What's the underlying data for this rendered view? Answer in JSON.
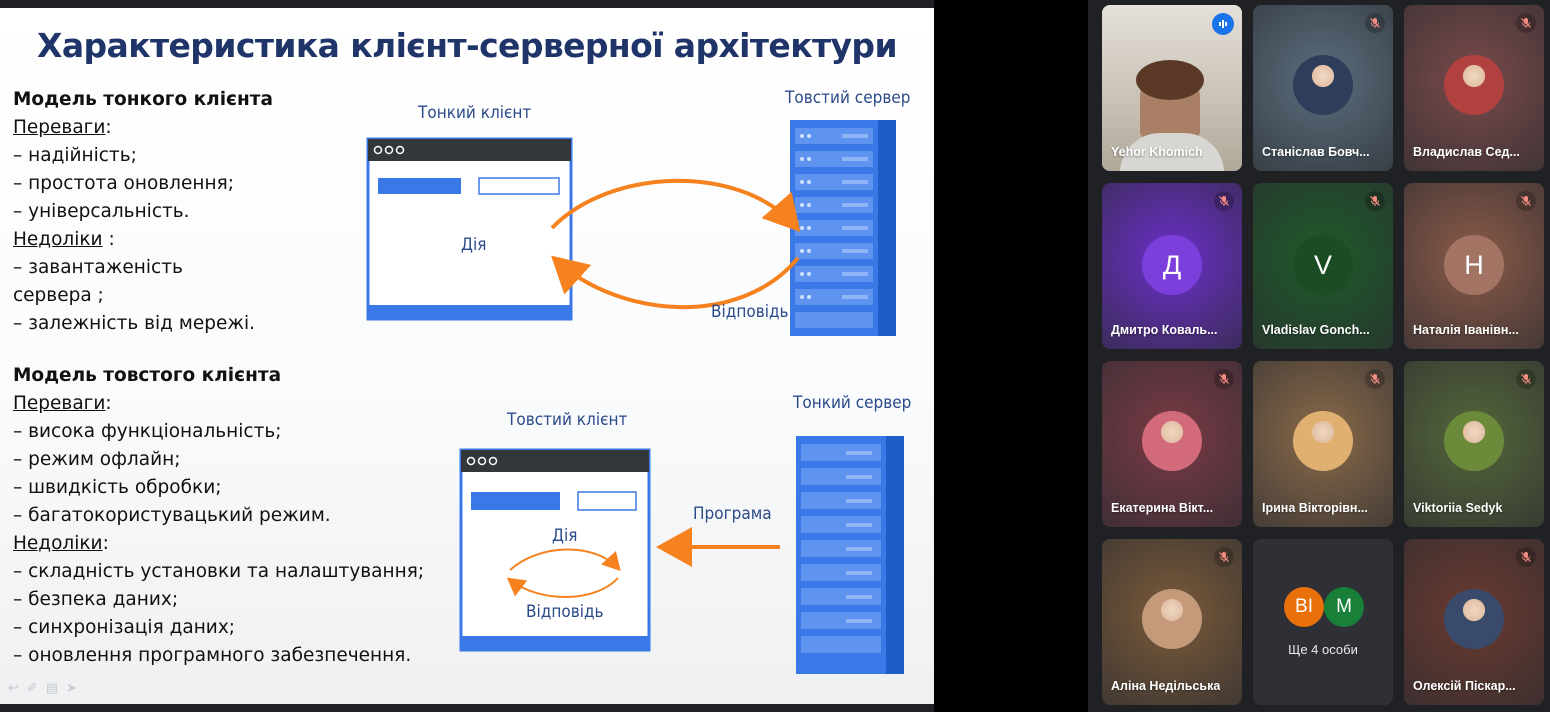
{
  "slide": {
    "title": "Характеристика клієнт-серверної архітектури",
    "thin_model": {
      "heading": "Модель тонкого клієнта",
      "pros_label": "Переваги",
      "pros": [
        "– надійність;",
        "– простота оновлення;",
        "– універсальність."
      ],
      "cons_label": "Недоліки",
      "cons": [
        "– завантаженість",
        "сервера ;",
        "– залежність від мережі."
      ]
    },
    "thick_model": {
      "heading": "Модель товстого клієнта",
      "pros_label": "Переваги",
      "pros": [
        "– висока функціональність;",
        "– режим офлайн;",
        "– швидкість обробки;",
        "– багатокористувацький режим."
      ],
      "cons_label": "Недоліки",
      "cons": [
        "– складність установки та налаштування;",
        "– безпека даних;",
        "– синхронізація даних;",
        "– оновлення програмного забезпечення."
      ]
    },
    "diagram_top": {
      "client_label": "Тонкий клієнт",
      "server_label": "Товстий сервер",
      "action_label": "Дія",
      "response_label": "Відповідь"
    },
    "diagram_bottom": {
      "client_label": "Товстий клієнт",
      "server_label": "Тонкий сервер",
      "program_label": "Програма",
      "action_label": "Дія",
      "response_label": "Відповідь"
    },
    "colors": {
      "title": "#1f3468",
      "accent_blue": "#3b78e7",
      "arrow_orange": "#f5821f"
    }
  },
  "participants": [
    {
      "name": "Yehor Khomich",
      "avatar": "video-feed",
      "speaking": true,
      "bg": "#c9c3b8"
    },
    {
      "name": "Станіслав Бовч...",
      "avatar": "photo",
      "muted": true,
      "bg": "#5b6e7e",
      "photo_color": "#2d3d5a"
    },
    {
      "name": "Владислав Сед...",
      "avatar": "photo",
      "muted": true,
      "bg": "#7a4a4a",
      "photo_color": "#b0413e"
    },
    {
      "name": "Дмитро Коваль...",
      "avatar": "letter",
      "letter": "Д",
      "muted": true,
      "bg": "#6a2fc9",
      "circle": "#7b3fdb"
    },
    {
      "name": "Vladislav Gonch...",
      "avatar": "letter",
      "letter": "V",
      "muted": true,
      "bg": "#1f5a2a",
      "circle": "#1b4d25"
    },
    {
      "name": "Наталія Іванівн...",
      "avatar": "letter",
      "letter": "Н",
      "muted": true,
      "bg": "#8a5a48",
      "circle": "#a37463"
    },
    {
      "name": "Екатерина Вікт...",
      "avatar": "photo",
      "muted": true,
      "bg": "#7a3a45",
      "photo_color": "#d26a7a"
    },
    {
      "name": "Ірина Вікторівн...",
      "avatar": "photo",
      "muted": true,
      "bg": "#8a6a4a",
      "photo_color": "#e0b070"
    },
    {
      "name": "Viktoriia Sedyk",
      "avatar": "photo",
      "muted": true,
      "bg": "#55663a",
      "photo_color": "#6b8a3a"
    },
    {
      "name": "Аліна Недільська",
      "avatar": "photo",
      "muted": true,
      "bg": "#7a5a3a",
      "photo_color": "#c49a7a"
    },
    {
      "name": "Ще 4 особи",
      "avatar": "more",
      "bg": "#2e3035",
      "initials": [
        "ВІ",
        "М"
      ],
      "initials_colors": [
        "#e8710a",
        "#188038"
      ]
    },
    {
      "name": "Олексій Піскар...",
      "avatar": "photo",
      "muted": true,
      "bg": "#6a3a30",
      "photo_color": "#3a4a6a"
    }
  ]
}
